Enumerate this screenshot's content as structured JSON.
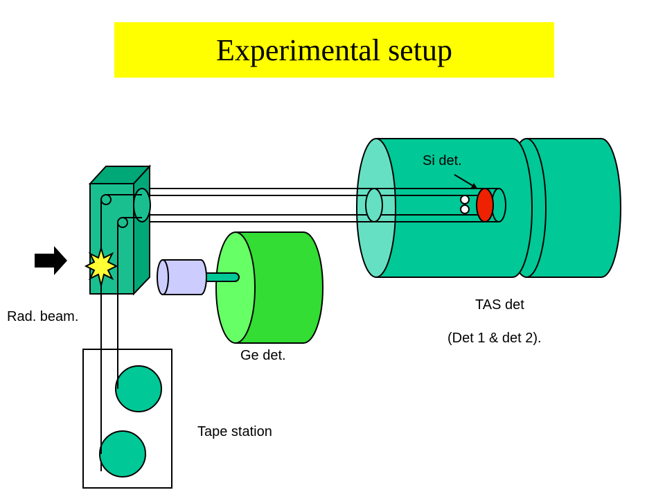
{
  "title": "Experimental setup",
  "labels": {
    "si_det": "Si  det.",
    "tas_det": "TAS  det",
    "tas_det_sub": "(Det 1 & det 2).",
    "rad_beam": "Rad. beam.",
    "ge_det": "Ge det.",
    "tape_station": "Tape station"
  },
  "colors": {
    "title_bg": "#ffff00",
    "tas_body": "#00c896",
    "tas_face": "#66e0c2",
    "block_front": "#1abf8f",
    "block_side": "#00a878",
    "ge_body": "#33dd33",
    "ge_face": "#66ff66",
    "ge_preamp": "#ccccff",
    "si_det": "#ee2200",
    "reel": "#00c896",
    "arrow": "#000000",
    "flash": "#ffff33"
  },
  "icons": {
    "beam_arrow": "right-arrow-icon",
    "flash": "starburst-icon"
  }
}
